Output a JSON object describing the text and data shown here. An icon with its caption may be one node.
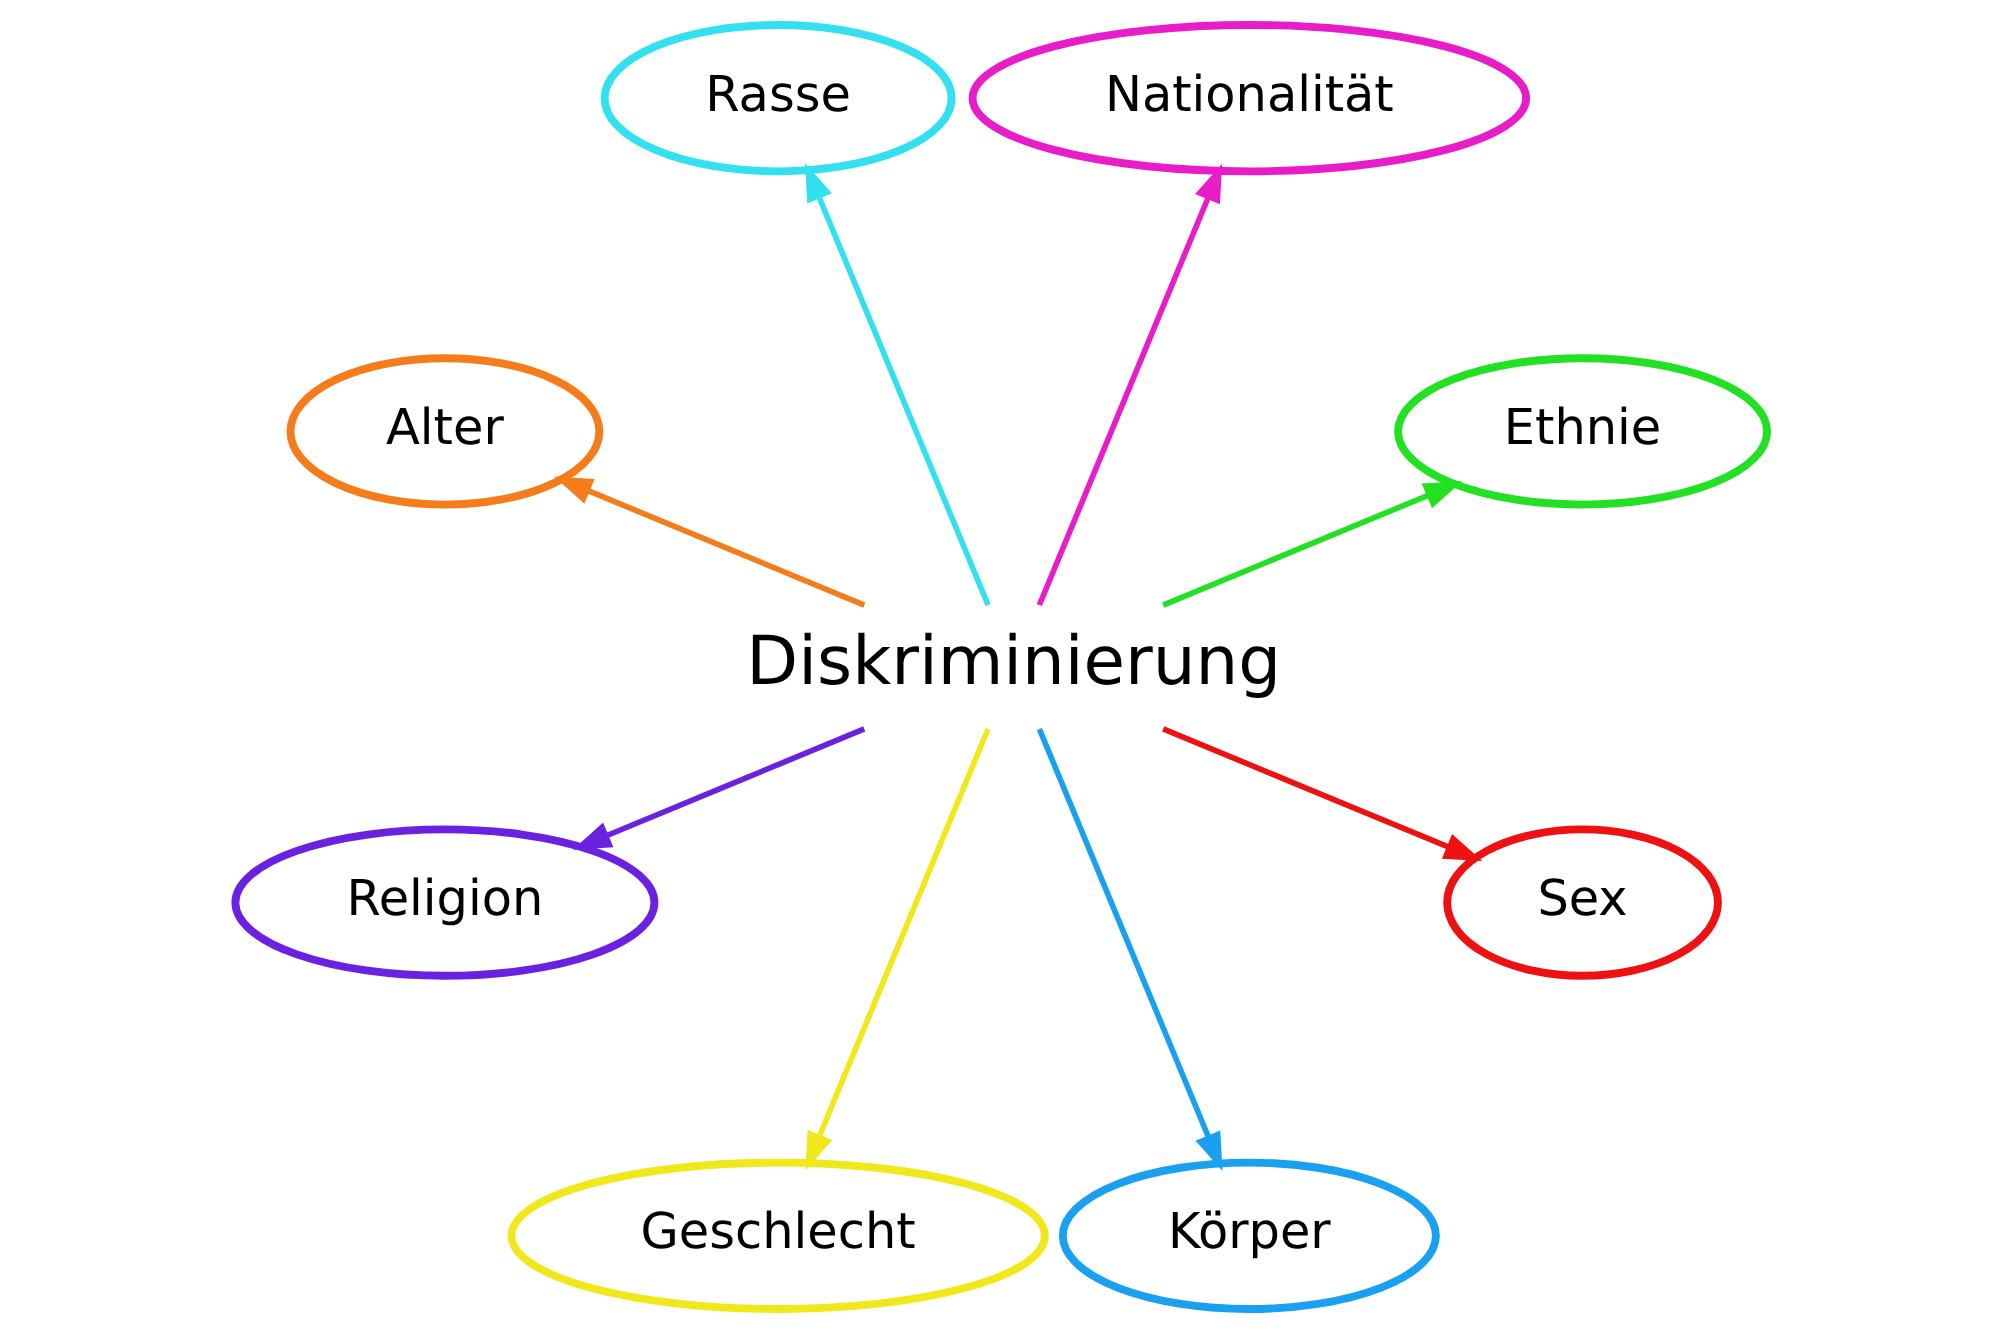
{
  "diagram": {
    "nodes": [
      {
        "text": [
          "Diskriminierung"
        ]
      },
      {
        "text": [
          "Nationalität"
        ]
      },
      {
        "text": [
          "Rasse"
        ]
      },
      {
        "text": [
          "Ethnie"
        ]
      },
      {
        "text": [
          "Alter"
        ]
      },
      {
        "text": [
          "Sex"
        ]
      },
      {
        "text": [
          "Religion"
        ]
      },
      {
        "text": [
          "Körper"
        ]
      },
      {
        "text": [
          "Geschlecht"
        ]
      }
    ],
    "edges": [
      {
        "from": 0,
        "to": 1,
        "arrow": "to",
        "color": "#e81cc8"
      },
      {
        "from": 0,
        "to": 3,
        "arrow": "to",
        "color": "#22e022"
      },
      {
        "from": 0,
        "to": 5,
        "arrow": "to",
        "color": "#ee1111"
      },
      {
        "from": 0,
        "to": 7,
        "arrow": "to",
        "color": "#1aa0f0"
      },
      {
        "from": 0,
        "to": 8,
        "arrow": "to",
        "color": "#f0e81a"
      },
      {
        "from": 0,
        "to": 6,
        "arrow": "to",
        "color": "#6a22e0"
      },
      {
        "from": 0,
        "to": 4,
        "arrow": "to",
        "color": "#f57c1a"
      },
      {
        "from": 0,
        "to": 2,
        "arrow": "to",
        "color": "#33e0f0"
      }
    ]
  }
}
